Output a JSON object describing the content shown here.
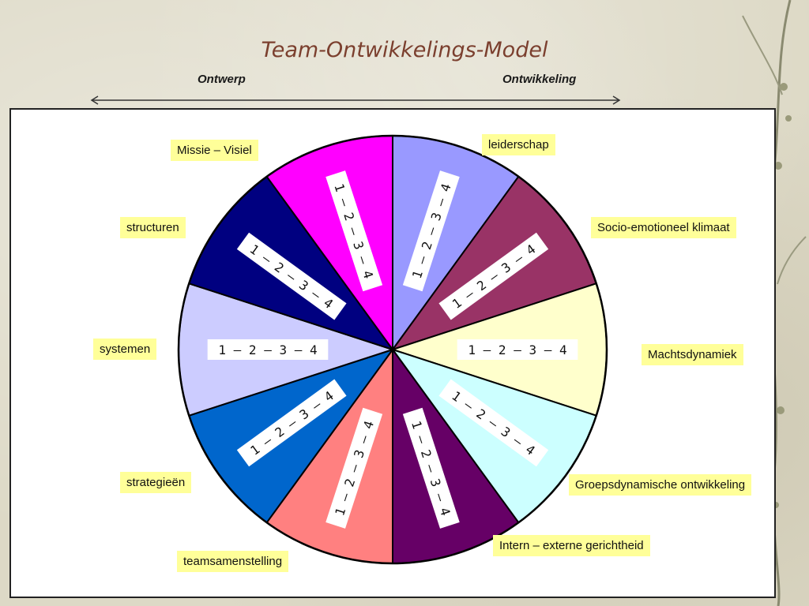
{
  "title": "Team-Ontwikkelings-Model",
  "axis": {
    "left_label": "Ontwerp",
    "right_label": "Ontwikkeling"
  },
  "segments": [
    {
      "name": "leiderschap",
      "color": "#9999ff",
      "scale": "1 – 2 – 3 – 4"
    },
    {
      "name": "Socio-emotioneel klimaat",
      "color": "#993366",
      "scale": "1 – 2 – 3 – 4"
    },
    {
      "name": "Machtsdynamiek",
      "color": "#ffffcc",
      "scale": "1 – 2 – 3 – 4"
    },
    {
      "name": "Groepsdynamische ontwikkeling",
      "color": "#ccffff",
      "scale": "1 – 2 – 3 – 4"
    },
    {
      "name": "Intern – externe gerichtheid",
      "color": "#660066",
      "scale": "1 – 2 – 3 – 4"
    },
    {
      "name": "teamsamenstelling",
      "color": "#ff8080",
      "scale": "1 – 2 – 3 – 4"
    },
    {
      "name": "strategieën",
      "color": "#0066cc",
      "scale": "1 – 2 – 3 – 4"
    },
    {
      "name": "systemen",
      "color": "#ccccff",
      "scale": "1 – 2 – 3 – 4"
    },
    {
      "name": "structuren",
      "color": "#000080",
      "scale": "1 – 2 – 3 – 4"
    },
    {
      "name": "Missie – Visiel",
      "color": "#ff00ff",
      "scale": "1 – 2 – 3 – 4"
    }
  ],
  "colors": {
    "title": "#7b3f2e",
    "label_bg": "#ffff99",
    "panel_bg": "#ffffff"
  }
}
